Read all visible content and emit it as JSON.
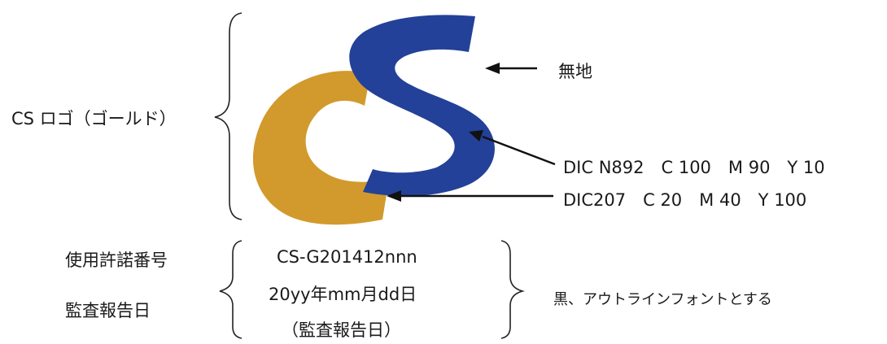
{
  "logo": {
    "title": "CS ロゴ（ゴールド）",
    "gold_color": "#D29A2C",
    "blue_color": "#234198"
  },
  "annotations": {
    "plain": "無地",
    "blue_spec": "DIC N892　C 100　M 90　Y 10",
    "gold_spec": "DIC207　C 20　M 40　Y 100"
  },
  "license": {
    "label_number": "使用許諾番号",
    "label_date": "監査報告日",
    "value_number": "CS-G201412nnn",
    "value_date": "20yy年mm月dd日",
    "value_date_note": "（監査報告日）",
    "style_note": "黒、アウトラインフォントとする"
  }
}
